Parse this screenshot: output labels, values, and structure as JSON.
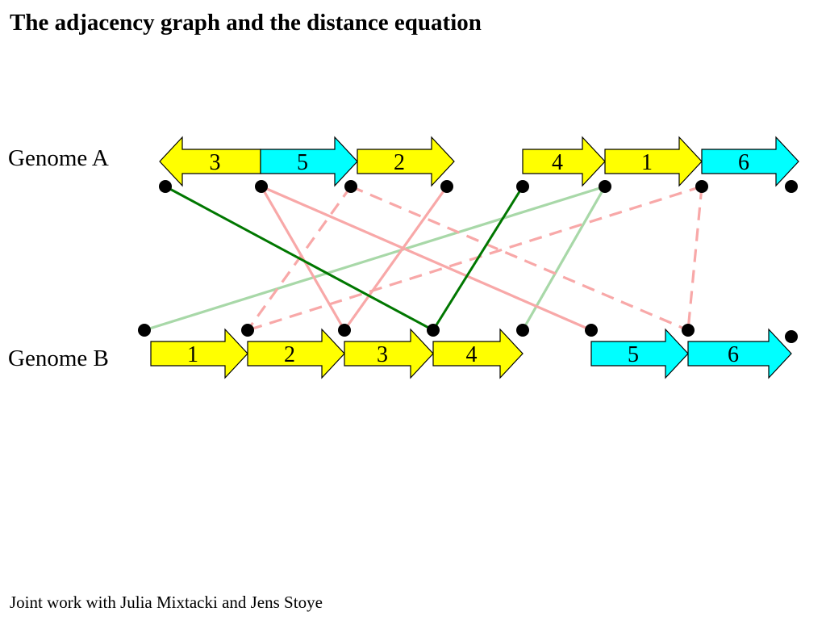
{
  "title": "The adjacency graph and the distance equation",
  "footer": "Joint work with Julia Mixtacki and Jens Stoye",
  "genome_a": {
    "label": "Genome A",
    "genes": [
      {
        "label": "3",
        "direction": "left",
        "color": "#ffff00"
      },
      {
        "label": "5",
        "direction": "right",
        "color": "#00ffff"
      },
      {
        "label": "2",
        "direction": "right",
        "color": "#ffff00"
      },
      {
        "label": "4",
        "direction": "right",
        "color": "#ffff00"
      },
      {
        "label": "1",
        "direction": "right",
        "color": "#ffff00"
      },
      {
        "label": "6",
        "direction": "right",
        "color": "#00ffff"
      }
    ]
  },
  "genome_b": {
    "label": "Genome B",
    "genes": [
      {
        "label": "1",
        "direction": "right",
        "color": "#ffff00"
      },
      {
        "label": "2",
        "direction": "right",
        "color": "#ffff00"
      },
      {
        "label": "3",
        "direction": "right",
        "color": "#ffff00"
      },
      {
        "label": "4",
        "direction": "right",
        "color": "#ffff00"
      },
      {
        "label": "5",
        "direction": "right",
        "color": "#00ffff"
      },
      {
        "label": "6",
        "direction": "right",
        "color": "#00ffff"
      }
    ]
  },
  "edge_colors": {
    "dark_green": "#007700",
    "light_green": "#a8d8a8",
    "light_red": "#f8a8a8"
  }
}
